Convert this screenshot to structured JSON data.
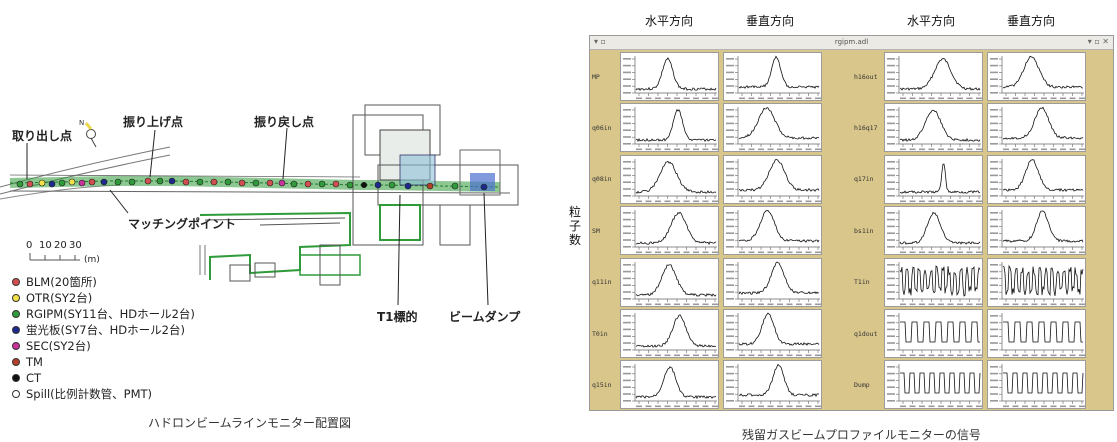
{
  "left": {
    "labels": {
      "extraction": "取り出し点",
      "kick_up": "振り上げ点",
      "kick_back": "振り戻し点",
      "matching": "マッチングポイント",
      "t1": "T1標的",
      "dump": "ビームダンプ"
    },
    "scale": {
      "ticks": [
        "0",
        "10",
        "20",
        "30"
      ],
      "unit": "(m)"
    },
    "legend": [
      {
        "label": "BLM(20箇所)",
        "color": "#d24f4f",
        "icon": "red-dot"
      },
      {
        "label": "OTR(SY2台)",
        "color": "#f2e24a",
        "icon": "yellow-dot"
      },
      {
        "label": "RGIPM(SY11台、HDホール2台)",
        "color": "#2f9b3a",
        "icon": "green-dot"
      },
      {
        "label": "蛍光板(SY7台、HDホール2台)",
        "color": "#1d2a8c",
        "icon": "blue-dot"
      },
      {
        "label": "SEC(SY2台)",
        "color": "#c8339c",
        "icon": "magenta-dot"
      },
      {
        "label": "TM",
        "color": "#b2402a",
        "icon": "brown-dot"
      },
      {
        "label": "CT",
        "color": "#111111",
        "icon": "black-dot"
      },
      {
        "label": "Spill(比例計数管、PMT)",
        "color": "#ffffff",
        "icon": "white-dot"
      }
    ],
    "caption": "ハドロンビームラインモニター配置図"
  },
  "right": {
    "column_headers": [
      "水平方向",
      "垂直方向",
      "水平方向",
      "垂直方向"
    ],
    "ylabel": "粒子数",
    "window_title": "rgipm.adl",
    "left_rows": [
      "MP",
      "q06in",
      "q08in",
      "SM",
      "q11in",
      "T0in",
      "q15in"
    ],
    "right_rows": [
      "h16out",
      "h16q17",
      "q17in",
      "bs1in",
      "T1in",
      "q1dout",
      "Dump"
    ],
    "caption": "残留ガスビームプロファイルモニターの信号"
  },
  "colors": {
    "panel": "#d9c68b",
    "beamline": "#2f9b3a",
    "trace": "#111111"
  }
}
